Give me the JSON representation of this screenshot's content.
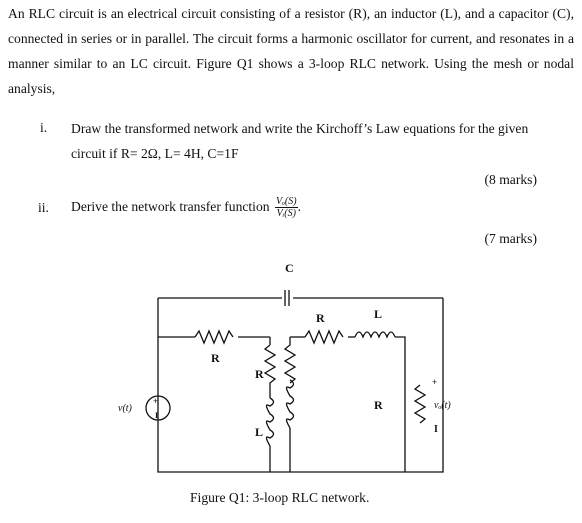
{
  "intro": "An RLC circuit is an electrical circuit consisting of a resistor (R), an inductor (L), and a capacitor (C), connected in series or in parallel. The circuit forms a harmonic oscillator for current, and resonates in a manner similar to an LC circuit. Figure Q1 shows a 3-loop RLC network. Using the mesh or nodal analysis,",
  "questions": [
    {
      "num": "i.",
      "text_line1": "Draw the transformed network and write the Kirchoff’s Law equations for the given",
      "text_line2": "circuit if R= 2Ω, L= 4H, C=1F",
      "marks": "(8 marks)"
    },
    {
      "num": "ii.",
      "text": "Derive the network transfer function",
      "frac_num": "Vₒ(S)",
      "frac_den": "Vᵢ(S)",
      "suffix": ".",
      "marks": "(7 marks)"
    }
  ],
  "circuit": {
    "labels": {
      "c": "C",
      "r_top": "R",
      "l_top": "L",
      "r_left": "R",
      "r_mid": "R",
      "l_bottom": "L",
      "r_right": "R"
    },
    "source_label": "v(t)",
    "output_label": "vₒ(t)",
    "plus": "+",
    "minus": "I"
  },
  "caption": "Figure Q1: 3-loop RLC network."
}
